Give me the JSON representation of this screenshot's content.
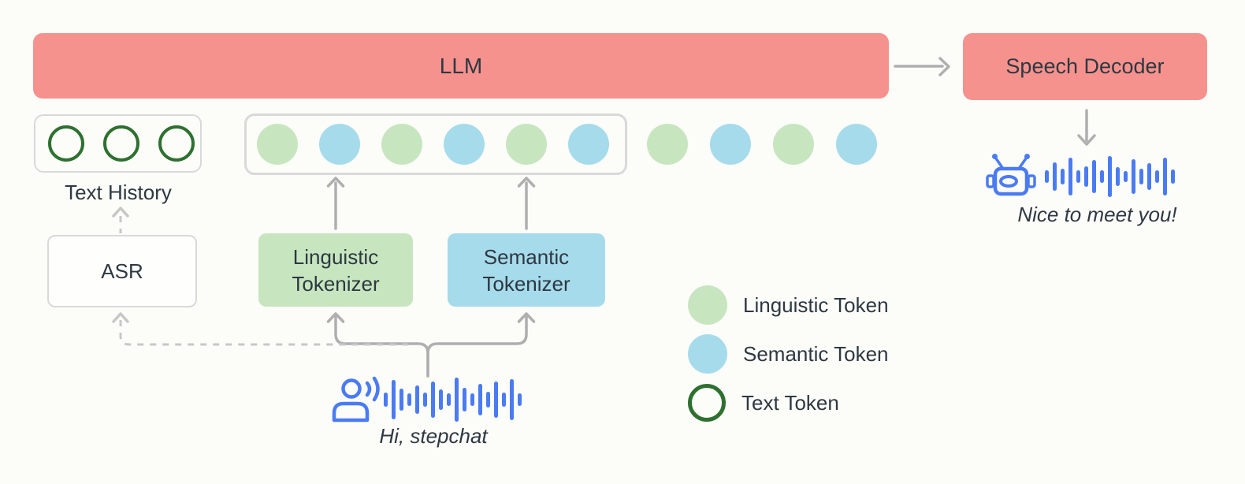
{
  "colors": {
    "bg": "#FCFCF9",
    "pink": "#F6928D",
    "green": "#C7E6BF",
    "blue": "#A6DBEB",
    "dark_green": "#2E7030",
    "border_gray": "#D9D9D9",
    "arrow_gray": "#AFAFAF",
    "dash_gray": "#C7C7C7",
    "icon_blue": "#4B7BF2",
    "text_dark": "#2E3842"
  },
  "llm": {
    "label": "LLM"
  },
  "speech_decoder": {
    "label": "Speech Decoder"
  },
  "text_history": {
    "label": "Text History",
    "token_count": 3
  },
  "asr": {
    "label": "ASR"
  },
  "linguistic_tokenizer": {
    "line1": "Linguistic",
    "line2": "Tokenizer"
  },
  "semantic_tokenizer": {
    "line1": "Semantic",
    "line2": "Tokenizer"
  },
  "token_stream": {
    "boxed": [
      "linguistic",
      "semantic",
      "linguistic",
      "semantic",
      "linguistic",
      "semantic"
    ],
    "outside": [
      "linguistic",
      "semantic",
      "linguistic",
      "semantic"
    ]
  },
  "legend": [
    {
      "swatch": "linguistic",
      "label": "Linguistic Token"
    },
    {
      "swatch": "semantic",
      "label": "Semantic Token"
    },
    {
      "swatch": "text",
      "label": "Text Token"
    }
  ],
  "user_utterance": {
    "text": "Hi, stepchat"
  },
  "assistant_utterance": {
    "text": "Nice to meet you!"
  },
  "icons": {
    "user_speaker": "person-speaking-icon",
    "assistant_speaker": "robot-icon",
    "user_waveform_heights": [
      18,
      50,
      28,
      16,
      36,
      18,
      46,
      26,
      16,
      56,
      30,
      16,
      40,
      20,
      46,
      18,
      52,
      16
    ],
    "assistant_waveform_heights": [
      16,
      36,
      20,
      48,
      16,
      26,
      42,
      16,
      52,
      24,
      14,
      44,
      20,
      34,
      16,
      48,
      18
    ]
  }
}
